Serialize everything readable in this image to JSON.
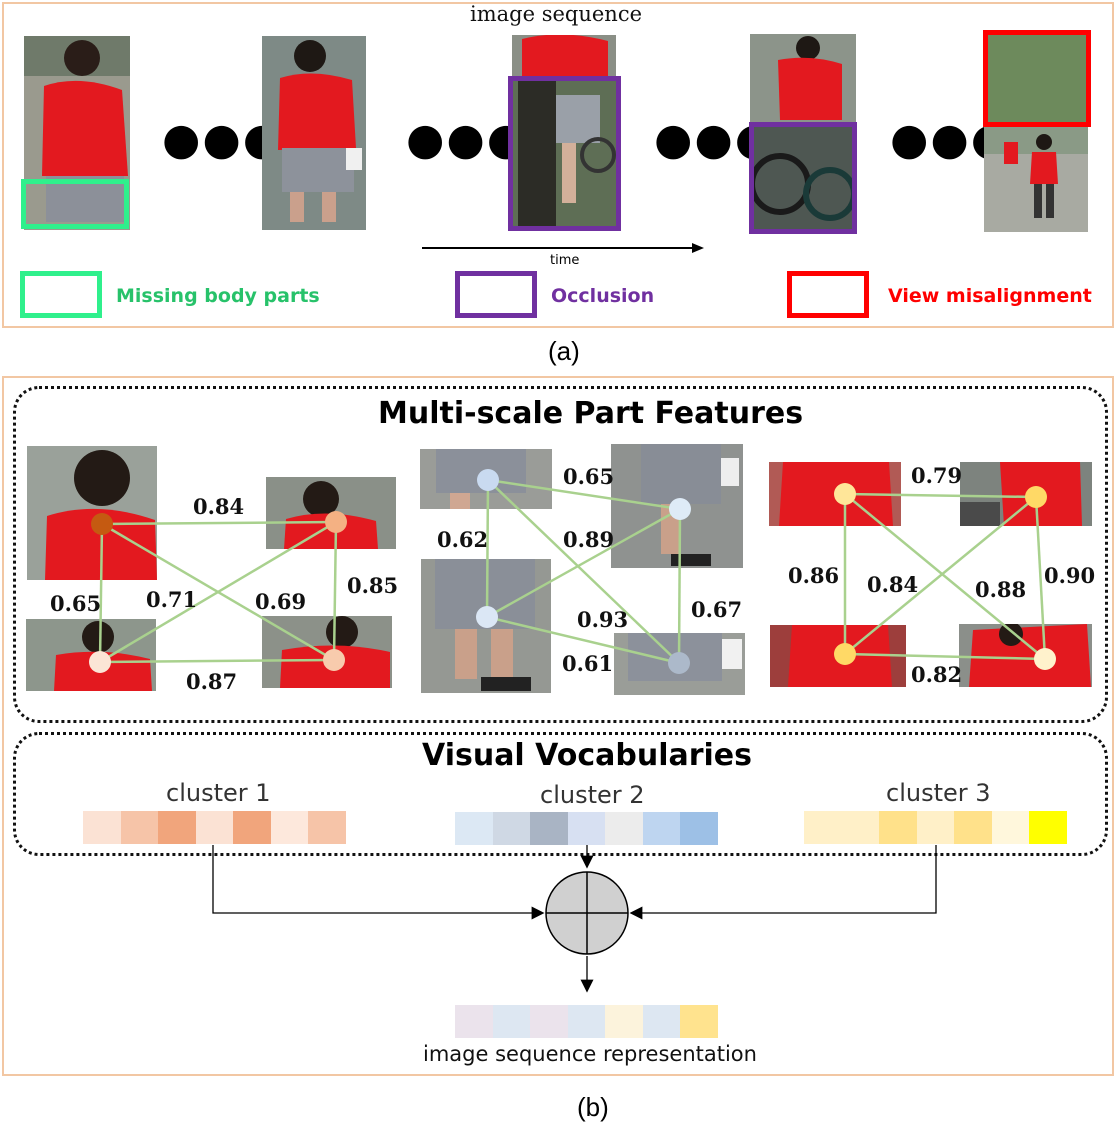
{
  "panel_a": {
    "title": "image sequence",
    "time_label": "time",
    "caption": "(a)",
    "legend": [
      {
        "label": "Missing body parts",
        "color": "#2ff08c"
      },
      {
        "label": "Occlusion",
        "color": "#7030a0"
      },
      {
        "label": "View misalignment",
        "color": "#ff0000"
      }
    ],
    "ellipsis": "●●●"
  },
  "panel_b": {
    "caption": "(b)",
    "part_features_title": "Multi-scale Part Features",
    "vocab_title": "Visual Vocabularies",
    "graph_weights": {
      "g1": [
        "0.84",
        "0.65",
        "0.71",
        "0.69",
        "0.85",
        "0.87"
      ],
      "g2": [
        "0.65",
        "0.62",
        "0.89",
        "0.93",
        "0.67",
        "0.61"
      ],
      "g3": [
        "0.79",
        "0.86",
        "0.84",
        "0.88",
        "0.90",
        "0.82"
      ]
    },
    "clusters": [
      {
        "label": "cluster 1",
        "colors": [
          "#fbe2d4",
          "#f6c4a8",
          "#f1a57c",
          "#fbe2d4",
          "#f1a57c",
          "#fde8dc",
          "#f6c4a8"
        ]
      },
      {
        "label": "cluster 2",
        "colors": [
          "#dce8f4",
          "#cfd8e4",
          "#a9b4c4",
          "#d7e0f2",
          "#ececec",
          "#bed5f0",
          "#9dc0e6"
        ]
      },
      {
        "label": "cluster 3",
        "colors": [
          "#fff0c8",
          "#fff0c8",
          "#ffe18a",
          "#fff0c8",
          "#ffe18a",
          "#fff7dc",
          "#ffff00"
        ]
      }
    ],
    "representation": {
      "label": "image sequence representation",
      "colors": [
        "#ebe3ec",
        "#dde7f2",
        "#ebe3ec",
        "#dde7f2",
        "#fcf3dc",
        "#dde7f2",
        "#ffe38e"
      ]
    }
  },
  "colors": {
    "panel_border": "#f2c7a3",
    "edge": "#a9d18e",
    "shirt_red": "#e3191f"
  }
}
